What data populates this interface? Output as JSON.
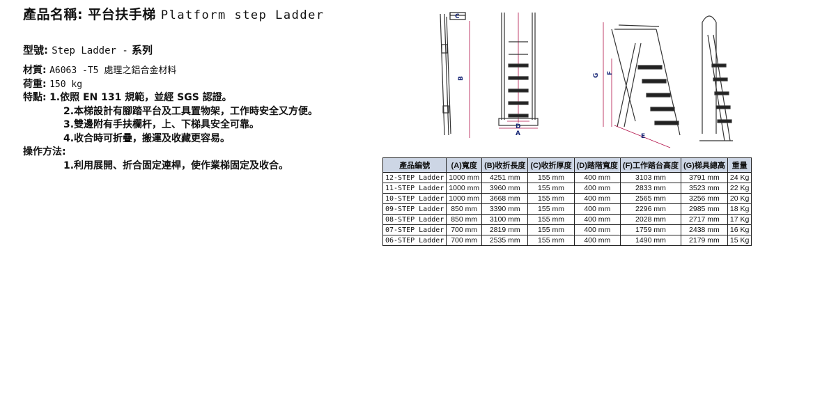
{
  "product": {
    "title_cn": "產品名稱: 平台扶手梯",
    "title_en": "Platform step Ladder",
    "model_label": "型號:",
    "model_value_en": "Step Ladder -",
    "model_value_cn": "系列"
  },
  "specs": {
    "material_label": "材質:",
    "material_value": "A6063 -T5 處理之鋁合金材料",
    "load_label": "荷重:",
    "load_value": "150 kg",
    "features_label": "特點:",
    "features": [
      "1.依照 EN 131 規範，並經 SGS 認證。",
      "2.本梯設計有腳踏平台及工具置物架，工作時安全又方便。",
      "3.雙邊附有手扶欄杆，上、下梯具安全可靠。",
      "4.收合時可折疊，搬運及收藏更容易。"
    ],
    "operation_label": "操作方法:",
    "operation": [
      "1.利用展開、折合固定連桿，使作業梯固定及收合。"
    ]
  },
  "diagram_labels": {
    "a": "A",
    "b": "B",
    "c": "C",
    "d": "D",
    "e": "E",
    "f": "F",
    "g": "G"
  },
  "table": {
    "headers": [
      "產品編號",
      "(A)寬度",
      "(B)收折長度",
      "(C)收折厚度",
      "(D)踏階寬度",
      "(F)工作踏台高度",
      "(G)梯具總高",
      "重量"
    ],
    "rows": [
      [
        "12-STEP Ladder",
        "1000 mm",
        "4251 mm",
        "155 mm",
        "400 mm",
        "3103 mm",
        "3791 mm",
        "24 Kg"
      ],
      [
        "11-STEP Ladder",
        "1000 mm",
        "3960 mm",
        "155 mm",
        "400 mm",
        "2833 mm",
        "3523 mm",
        "22 Kg"
      ],
      [
        "10-STEP Ladder",
        "1000 mm",
        "3668 mm",
        "155 mm",
        "400 mm",
        "2565 mm",
        "3256 mm",
        "20 Kg"
      ],
      [
        "09-STEP Ladder",
        "850 mm",
        "3390 mm",
        "155 mm",
        "400 mm",
        "2296 mm",
        "2985 mm",
        "18 Kg"
      ],
      [
        "08-STEP Ladder",
        "850 mm",
        "3100 mm",
        "155 mm",
        "400 mm",
        "2028 mm",
        "2717 mm",
        "17 Kg"
      ],
      [
        "07-STEP Ladder",
        "700 mm",
        "2819 mm",
        "155 mm",
        "400 mm",
        "1759 mm",
        "2438 mm",
        "16 Kg"
      ],
      [
        "06-STEP Ladder",
        "700 mm",
        "2535 mm",
        "155 mm",
        "400 mm",
        "1490 mm",
        "2179 mm",
        "15 Kg"
      ]
    ]
  },
  "colors": {
    "header_bg": "#cdd6e5",
    "dimension_line": "#b3124a"
  }
}
